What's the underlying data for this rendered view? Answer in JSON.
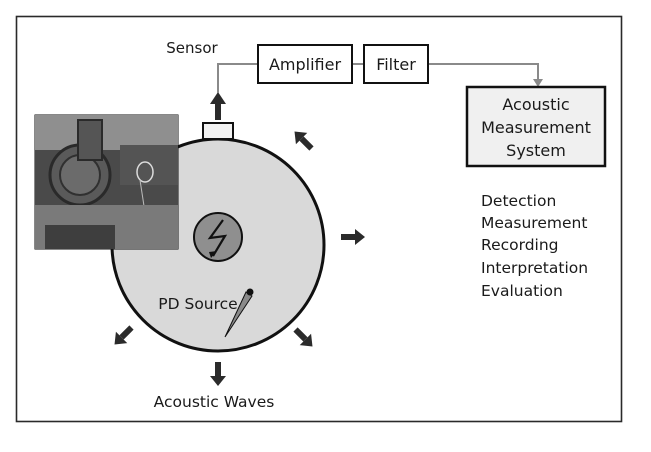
{
  "labels": {
    "sensor": "Sensor",
    "amplifier": "Amplifier",
    "filter": "Filter",
    "acoustic_system": [
      "Acoustic",
      "Measurement",
      "System"
    ],
    "functions": [
      "Detection",
      "Measurement",
      "Recording",
      "Interpretation",
      "Evaluation"
    ],
    "pd_source": "PD Source",
    "acoustic_waves": "Acoustic Waves"
  },
  "colors": {
    "frame_stroke": "#2a2a2a",
    "circle_fill": "#d9d9d9",
    "system_box_fill": "#f0f0f0",
    "connector_line": "#8a8a8a",
    "arrow": "#2b2b2b",
    "pd_marker_fill": "#8a8a8a"
  },
  "icons": {
    "pd_symbol": "lightning-bolt-icon",
    "photo": "switchgear-photo"
  }
}
